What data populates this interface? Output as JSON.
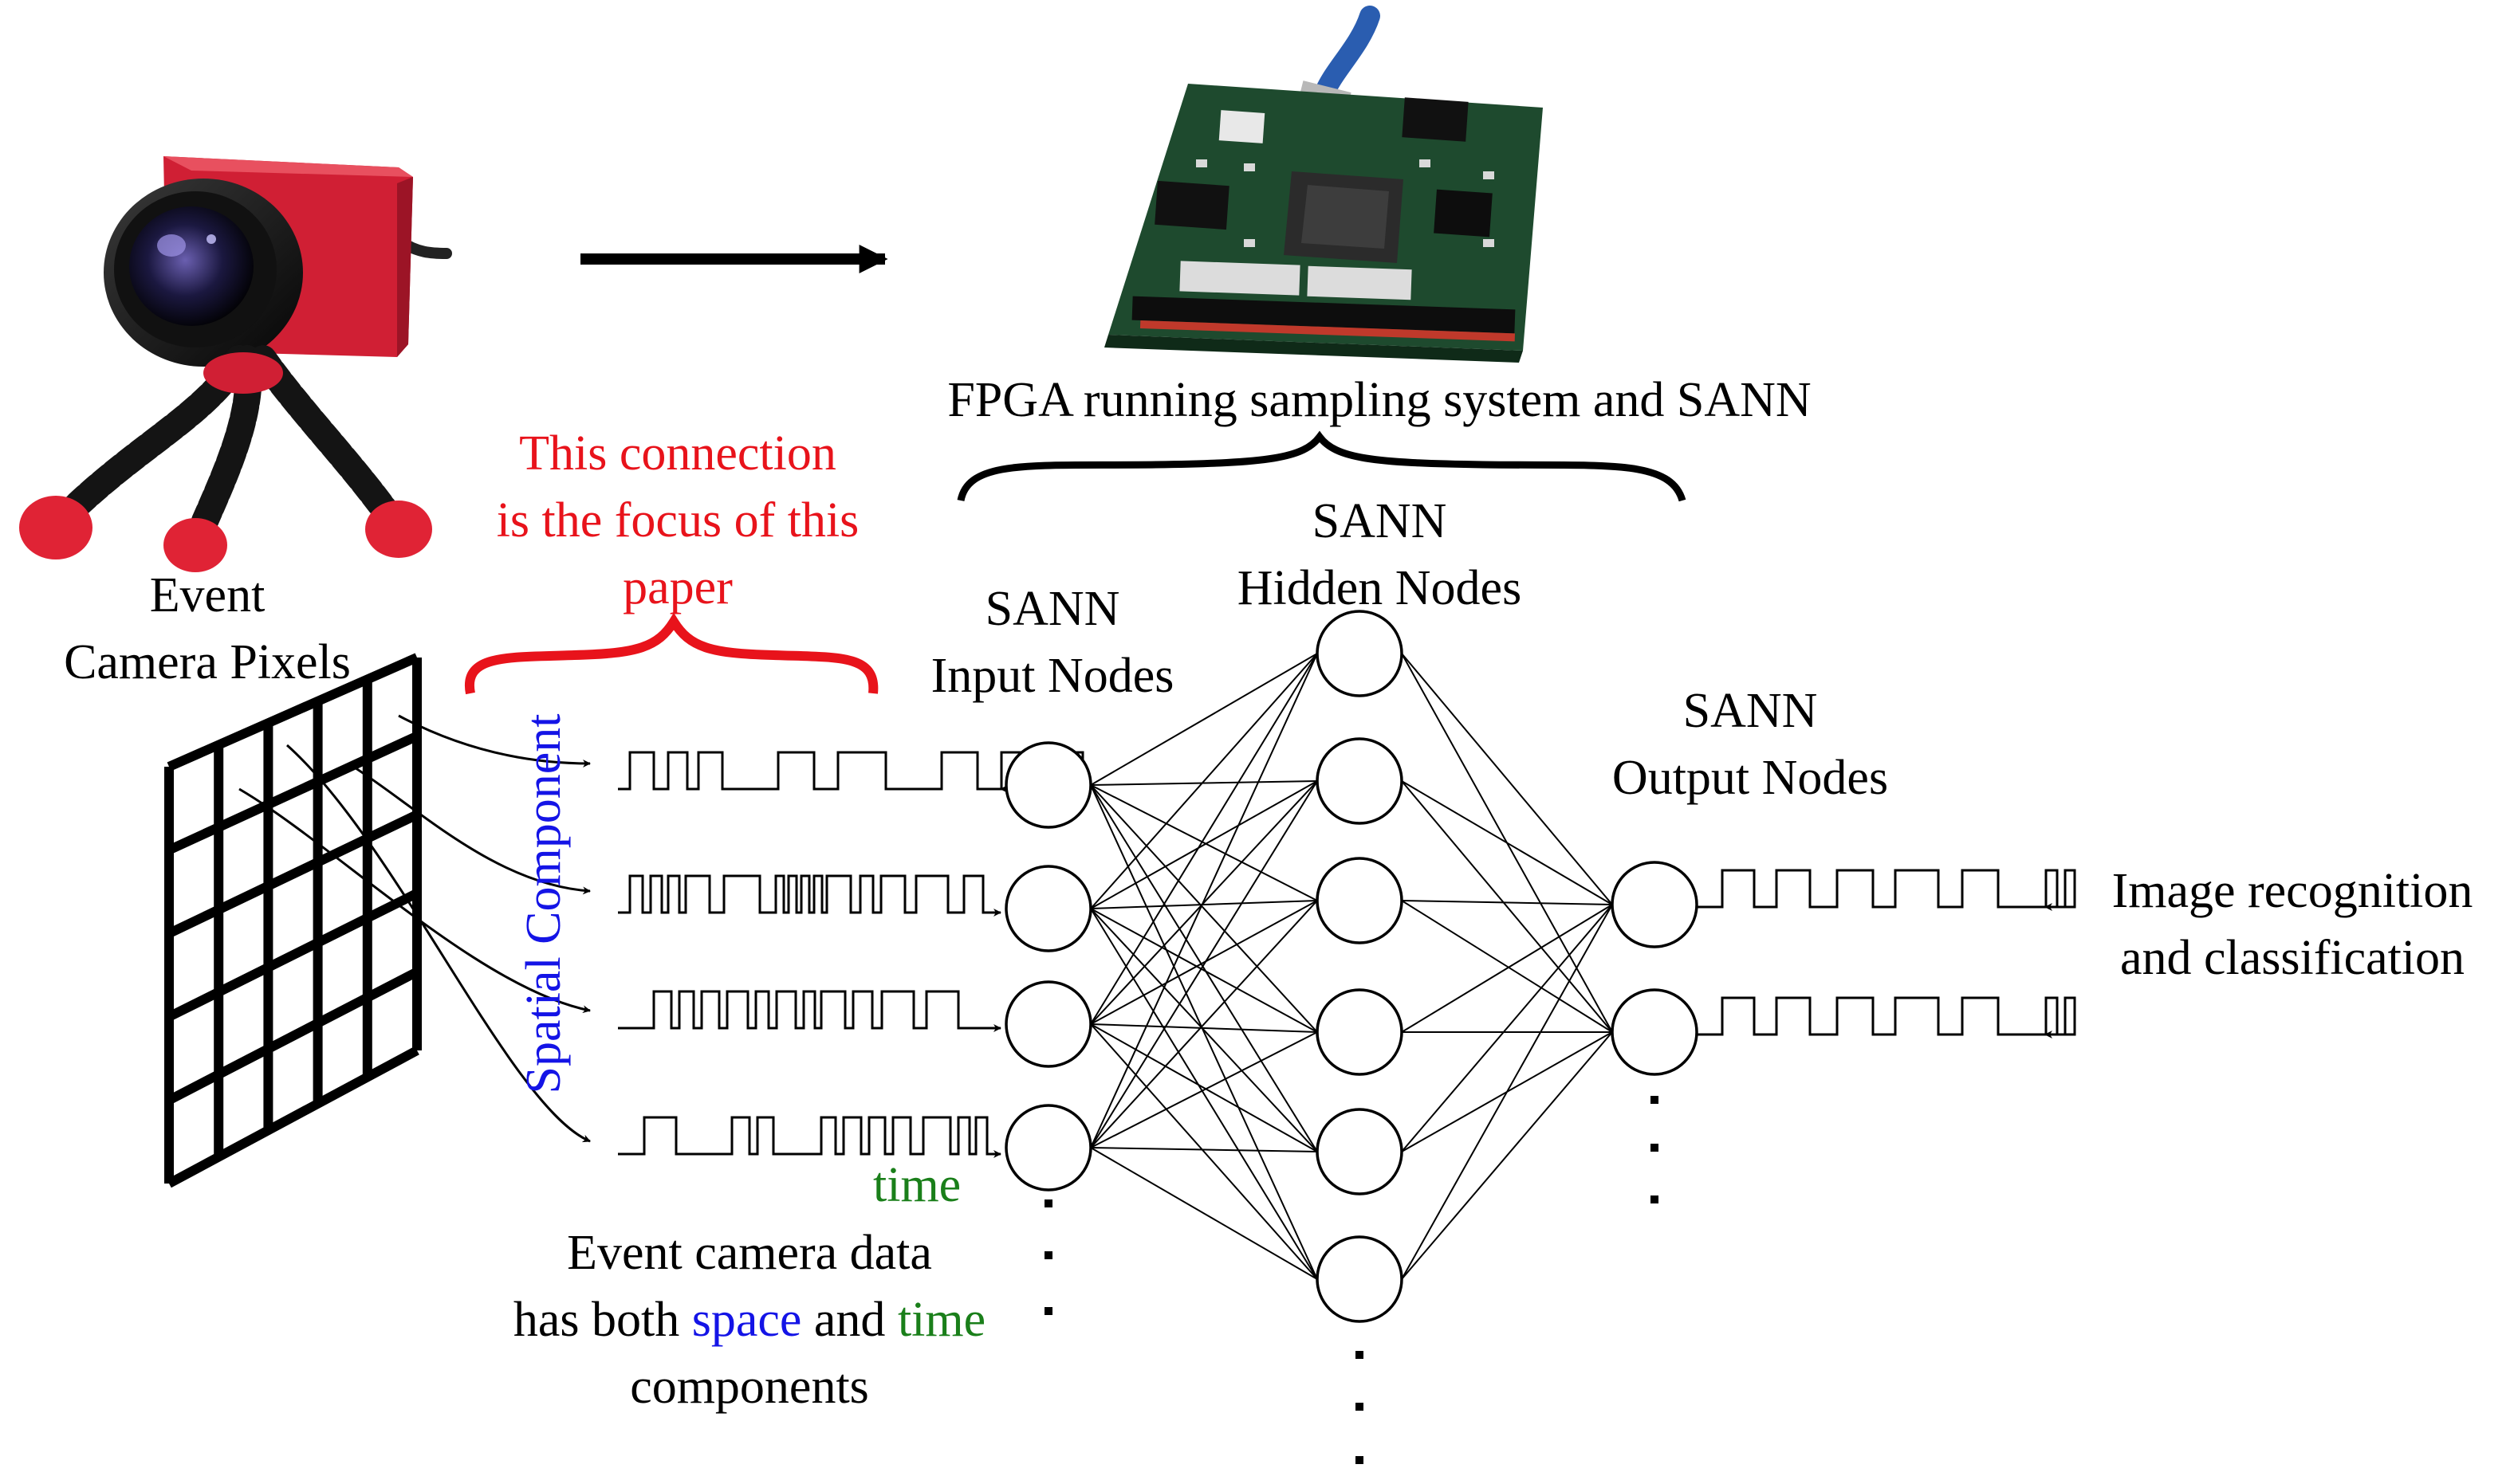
{
  "labels": {
    "event_camera_pixels": [
      "Event",
      "Camera Pixels"
    ],
    "fpga": "FPGA running sampling system and SANN",
    "focus": [
      "This connection",
      "is the focus of this",
      "paper"
    ],
    "input_nodes": [
      "SANN",
      "Input Nodes"
    ],
    "hidden_nodes": [
      "SANN",
      "Hidden Nodes"
    ],
    "output_nodes": [
      "SANN",
      "Output Nodes"
    ],
    "spatial_component": "Spatial Component",
    "time": "time",
    "event_data_line1": "Event camera data",
    "event_data_line2_a": "has both ",
    "event_data_line2_space": "space",
    "event_data_line2_b": " and ",
    "event_data_line2_time": "time",
    "event_data_line3": "components",
    "result": [
      "Image recognition",
      "and classification"
    ]
  },
  "network": {
    "input_count": 4,
    "hidden_count": 6,
    "output_count": 2
  },
  "colors": {
    "focus": "#e8131b",
    "space": "#1414e6",
    "time": "#1a7f1a",
    "camera_body": "#d01f34",
    "board": "#1e4a2e"
  },
  "icons": [
    "event-camera-icon",
    "fpga-board-icon",
    "usb-cable-icon"
  ]
}
